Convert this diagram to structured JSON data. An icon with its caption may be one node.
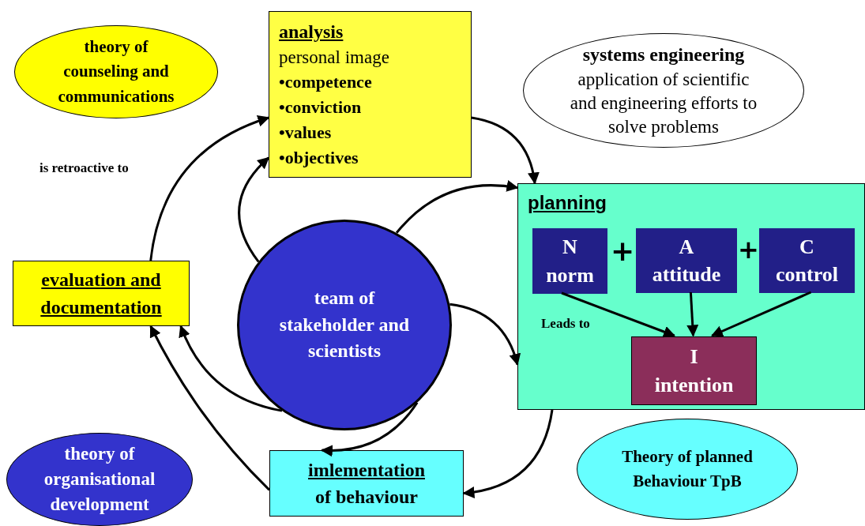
{
  "diagram": {
    "nodes": [
      {
        "text": [
          "theory of counseling and communications"
        ]
      },
      {
        "text": [
          "analysis",
          "personal image",
          "•competence",
          "•conviction",
          "•values",
          "•objectives"
        ]
      },
      {
        "text": [
          "systems engineering",
          "application of scientific and engineering efforts to solve problems"
        ]
      },
      {
        "text": [
          "evaluation and documentation"
        ]
      },
      {
        "text": [
          "team of stakeholder and scientists"
        ]
      },
      {
        "text": [
          "planning"
        ]
      },
      {
        "text": [
          "N",
          "norm"
        ],
        "in": 5
      },
      {
        "text": [
          "A",
          "attitude"
        ],
        "in": 5
      },
      {
        "text": [
          "C",
          "control"
        ],
        "in": 5
      },
      {
        "text": [
          "I",
          "intention"
        ],
        "in": 5
      },
      {
        "text": [
          "imlementation",
          "of behaviour"
        ]
      },
      {
        "text": [
          "theory of organisational development"
        ]
      },
      {
        "text": [
          "Theory of planned Behaviour TpB"
        ]
      }
    ],
    "edges": [
      {
        "from": 1,
        "to": 5,
        "arrow": "to"
      },
      {
        "from": 5,
        "to": 10,
        "arrow": "to"
      },
      {
        "from": 10,
        "to": 3,
        "arrow": "to"
      },
      {
        "from": 3,
        "to": 1,
        "arrow": "to"
      },
      {
        "from": 4,
        "to": 1,
        "arrow": "to"
      },
      {
        "from": 4,
        "to": 5,
        "arrow": "to"
      },
      {
        "from": 4,
        "to": 5,
        "arrow": "to"
      },
      {
        "from": 4,
        "to": 10,
        "arrow": "to"
      },
      {
        "from": 4,
        "to": 3,
        "arrow": "to"
      },
      {
        "from": 6,
        "to": 9,
        "arrow": "to"
      },
      {
        "from": 7,
        "to": 9,
        "arrow": "to"
      },
      {
        "from": 8,
        "to": 9,
        "arrow": "to"
      }
    ],
    "labels": [
      "is retroactive to",
      "+",
      "+",
      "Leads to"
    ]
  }
}
